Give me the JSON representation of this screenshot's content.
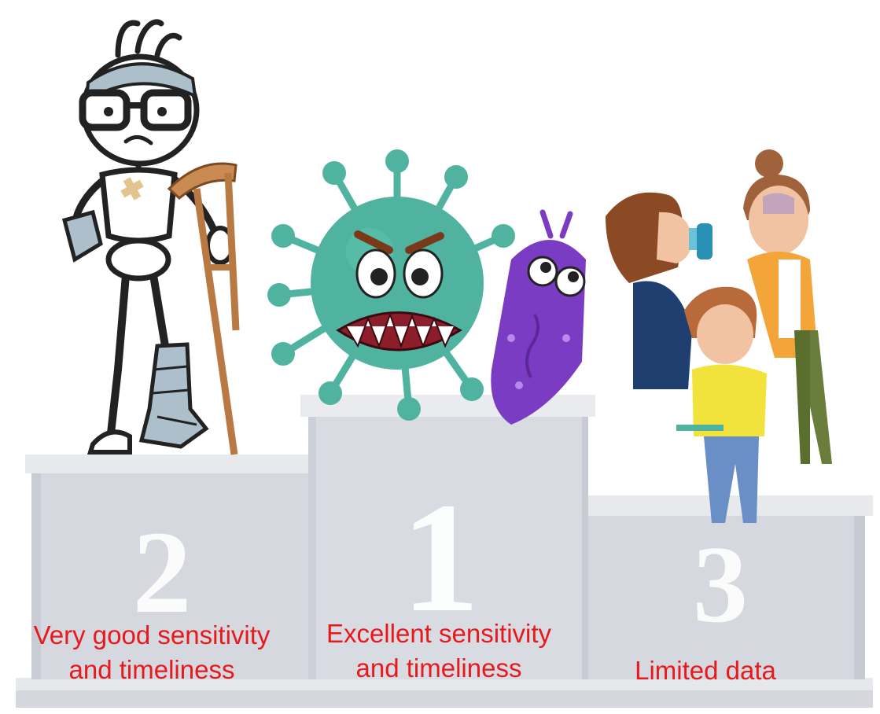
{
  "podium": {
    "places": [
      {
        "rank": "2",
        "caption_line1": "Very good sensitivity",
        "caption_line2": "and timeliness",
        "figure": "injured-stick-figure-with-crutch"
      },
      {
        "rank": "1",
        "caption_line1": "Excellent sensitivity",
        "caption_line2": "and timeliness",
        "figure": "virus-and-bacteria-characters"
      },
      {
        "rank": "3",
        "caption_line1": "Limited data",
        "caption_line2": "",
        "figure": "asthma-inhaler-insulin-child-sick-woman"
      }
    ]
  },
  "colors": {
    "caption": "#e8191c",
    "podium_top": "#e3e5ea",
    "podium_face": "#d5d8df",
    "podium_number": "#ffffff",
    "virus": "#4fb3a0",
    "bacteria": "#7b3cc4"
  }
}
